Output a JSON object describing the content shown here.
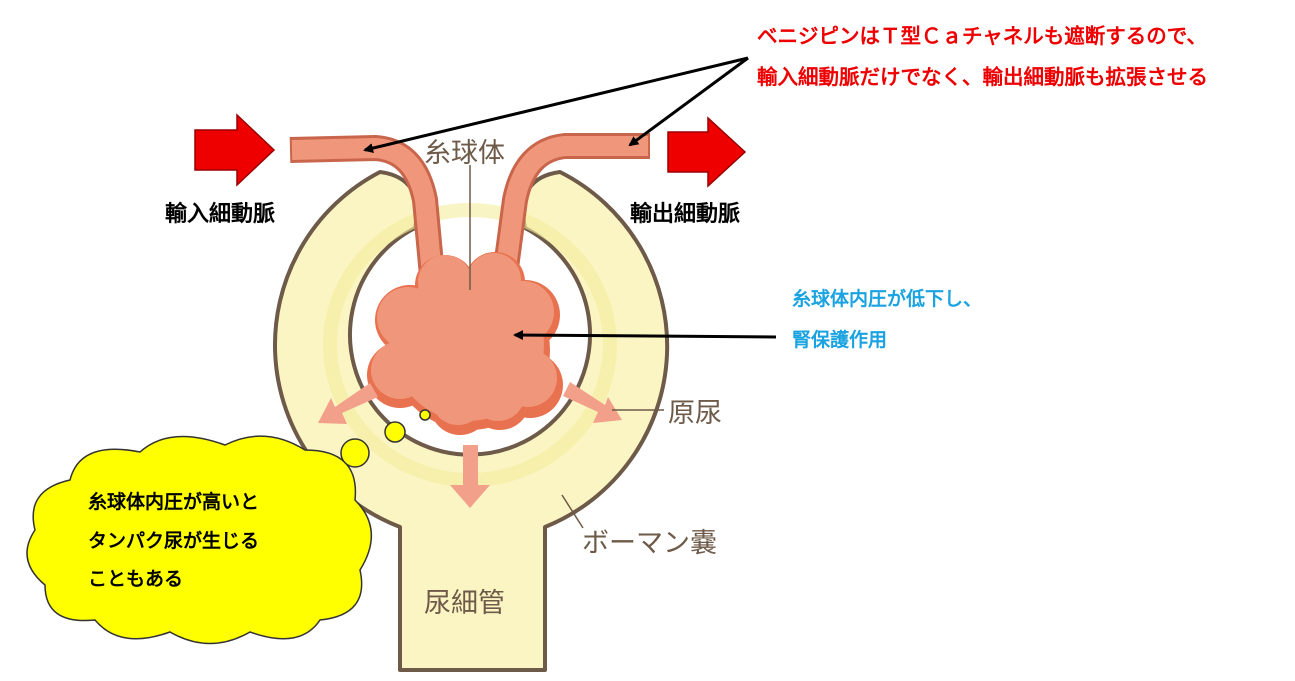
{
  "colors": {
    "capsule": "#fbf5c4",
    "outline": "#6e5a48",
    "glomerulus": "#f0967a",
    "red": "#ee0000",
    "blue": "#1aa3e0",
    "cloud": "#ffff00"
  },
  "annotation_red": {
    "line1": "ベニジピンはＴ型Ｃａチャネルも遮断するので、",
    "line2": "輸入細動脈だけでなく、輸出細動脈も拡張させる"
  },
  "annotation_blue": {
    "line1": "糸球体内圧が低下し、",
    "line2": "腎保護作用"
  },
  "labels": {
    "glomerulus": "糸球体",
    "afferent": "輸入細動脈",
    "efferent": "輸出細動脈",
    "primary_urine": "原尿",
    "bowman": "ボーマン嚢",
    "tubule": "尿細管"
  },
  "cloud": {
    "line1": "糸球体内圧が高いと",
    "line2": "タンパク尿が生じる",
    "line3": "こともある"
  }
}
